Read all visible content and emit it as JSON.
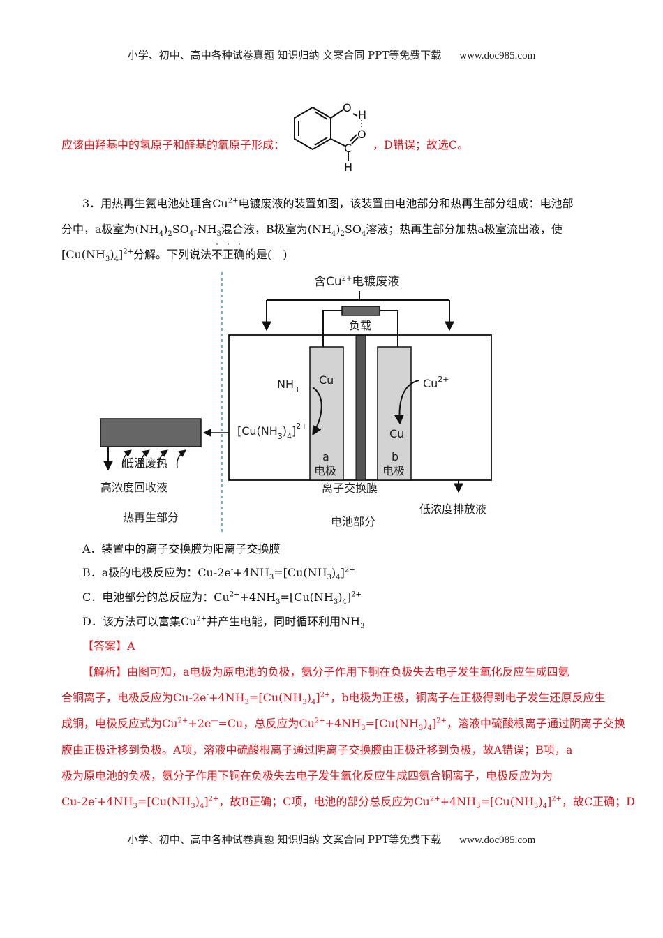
{
  "header": {
    "text": "小学、初中、高中各种试卷真题  知识归纳  文案合同  PPT等免费下载",
    "site": "www.doc985.com"
  },
  "footer": {
    "text": "小学、初中、高中各种试卷真题  知识归纳  文案合同  PPT等免费下载",
    "site": "www.doc985.com"
  },
  "intro": {
    "before": "应该由羟基中的氢原子和醛基的氧原子形成：",
    "after": "，D错误；故选C。"
  },
  "molecule": {
    "o_top": "O",
    "h_top": "H",
    "c": "C",
    "o_right": "O",
    "h_bottom": "H"
  },
  "question": {
    "number": "3．",
    "line1_a": "用热再生氨电池处理含Cu",
    "line1_sup": "2+",
    "line1_b": "电镀废液的装置如图，该装置由电池部分和热再生部分组成：电池部",
    "line2_a": "分中，a极室为(NH",
    "line2_s1": "4",
    "line2_b": ")",
    "line2_s2": "2",
    "line2_c": "SO",
    "line2_s3": "4",
    "line2_d": "-NH",
    "line2_s4": "3",
    "line2_e": "混合液，B极室为(NH",
    "line2_s5": "4",
    "line2_f": ")",
    "line2_s6": "2",
    "line2_g": "SO",
    "line2_s7": "4",
    "line2_h": "溶液；热再生部分加热a极室流出液，使",
    "line3_a": "[Cu(NH",
    "line3_s1": "3",
    "line3_b": ")",
    "line3_s2": "4",
    "line3_c": "]",
    "line3_sup": "2+",
    "line3_d": "分解。下列说法",
    "line3_e1": "不",
    "line3_e2": "正",
    "line3_e3": "确",
    "line3_f": "的是(　)"
  },
  "diagram": {
    "top_label": "含Cu",
    "top_label_sup": "2+",
    "top_label_end": "电镀废液",
    "load": "负载",
    "nh3": "NH",
    "nh3_sub": "3",
    "cu_left": "Cu",
    "complex_a": "[Cu(NH",
    "complex_s1": "3",
    "complex_b": ")",
    "complex_s2": "4",
    "complex_c": "]",
    "complex_sup": "2+",
    "a_letter": "a",
    "a_electrode": "电极",
    "cu2_right": "Cu",
    "cu2_sup": "2+",
    "cu_right": "Cu",
    "b_letter": "b",
    "b_electrode": "电极",
    "membrane": "离子交换膜",
    "low_conc": "低浓度排放液",
    "battery_part": "电池部分",
    "low_temp_heat": "低温废热",
    "high_conc": "高浓度回收液",
    "thermal_part": "热再生部分"
  },
  "options": {
    "A": "A．装置中的离子交换膜为阳离子交换膜",
    "B_a": "B．a极的电极反应为：Cu-2e",
    "B_sup1": "-",
    "B_b": "+4NH",
    "B_s1": "3",
    "B_c": "=[Cu(NH",
    "B_s2": "3",
    "B_d": ")",
    "B_s3": "4",
    "B_e": "]",
    "B_sup2": "2+",
    "C_a": "C．电池部分的总反应为：Cu",
    "C_sup1": "2+",
    "C_b": "+4NH",
    "C_s1": "3",
    "C_c": "=[Cu(NH",
    "C_s2": "3",
    "C_d": ")",
    "C_s3": "4",
    "C_e": "]",
    "C_sup2": "2+",
    "D_a": "D．该方法可以富集Cu",
    "D_sup": "2+",
    "D_b": "并产生电能，同时循环利用NH",
    "D_s": "3"
  },
  "answer": {
    "label": "【答案】",
    "value": "A"
  },
  "analysis": {
    "label": "【解析】",
    "l1": "由图可知，a电极为原电池的负极，氨分子作用下铜在负极失去电子发生氧化反应生成四氨",
    "l2_a": "合铜离子，电极反应为Cu-2e",
    "l2_sup1": "-",
    "l2_b": "+4NH",
    "l2_s1": "3",
    "l2_c": "=[Cu(NH",
    "l2_s2": "3",
    "l2_d": ")",
    "l2_s3": "4",
    "l2_e": "]",
    "l2_sup2": "2+",
    "l2_f": "，b电极为正极，铜离子在正极得到电子发生还原反应生",
    "l3_a": "成铜，电极反应式为Cu",
    "l3_sup1": "2+",
    "l3_b": "+2e",
    "l3_sup2": "—",
    "l3_c": "=Cu，总反应为Cu",
    "l3_sup3": "2+",
    "l3_d": "+4NH",
    "l3_s1": "3",
    "l3_e": "=[Cu(NH",
    "l3_s2": "3",
    "l3_f": ")",
    "l3_s3": "4",
    "l3_g": "]",
    "l3_sup4": "2+",
    "l3_h": "，溶液中硫酸根离子通过阴离子交换",
    "l4": "膜由正极迁移到负极。A项，溶液中硫酸根离子通过阴离子交换膜由正极迁移到负极，故A错误；B项，a",
    "l5": "极为原电池的负极，氨分子作用下铜在负极失去电子发生氧化反应生成四氨合铜离子，电极反应为为",
    "l6_a": "Cu-2e",
    "l6_sup1": "-",
    "l6_b": "+4NH",
    "l6_s1": "3",
    "l6_c": "=[Cu(NH",
    "l6_s2": "3",
    "l6_d": ")",
    "l6_s3": "4",
    "l6_e": "]",
    "l6_sup2": "2+",
    "l6_f": "，故B正确；C项，电池的部分总反应为Cu",
    "l6_sup3": "2+",
    "l6_g": "+4NH",
    "l6_s4": "3",
    "l6_h": "=[Cu(NH",
    "l6_s5": "3",
    "l6_i": ")",
    "l6_s6": "4",
    "l6_j": "]",
    "l6_sup4": "2+",
    "l6_k": "，故C正确；D"
  }
}
